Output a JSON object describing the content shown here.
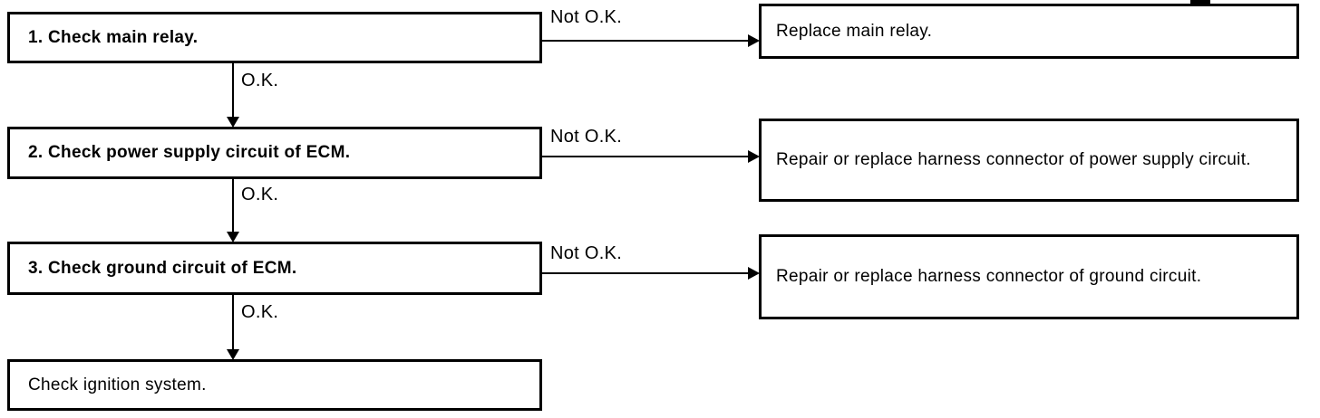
{
  "colors": {
    "ink": "#000000",
    "paper": "#ffffff"
  },
  "labels": {
    "ok": "O.K.",
    "not_ok": "Not O.K."
  },
  "flow": {
    "steps": [
      {
        "check": "1. Check main relay.",
        "action": "Replace main relay."
      },
      {
        "check": "2. Check power supply circuit of ECM.",
        "action": "Repair or replace harness connector of power supply circuit."
      },
      {
        "check": "3. Check ground circuit of ECM.",
        "action": "Repair or replace harness connector of ground circuit."
      }
    ],
    "final_step": "Check ignition system."
  }
}
